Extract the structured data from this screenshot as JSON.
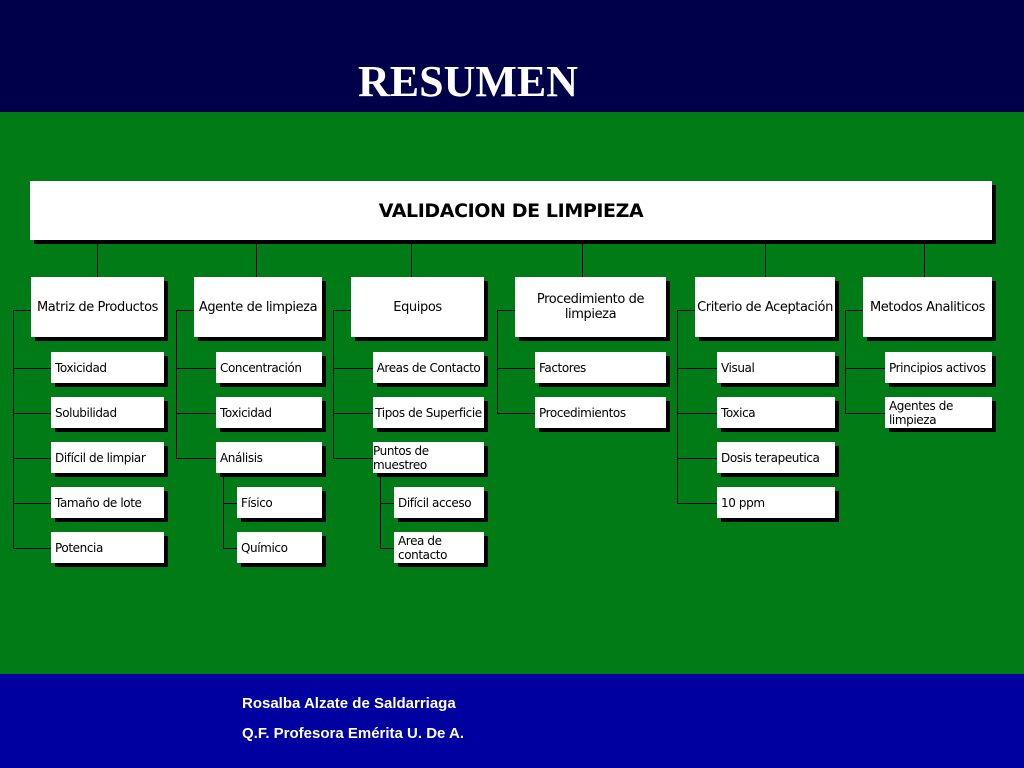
{
  "slide": {
    "title": "RESUMEN",
    "colors": {
      "header": "#00004a",
      "main": "#007b16",
      "footer": "#0000a0"
    },
    "footer": {
      "line1": "Rosalba Alzate de Saldarriaga",
      "line2": "Q.F. Profesora Emérita U. De A."
    }
  },
  "diagram": {
    "root": "VALIDACION DE LIMPIEZA",
    "categories": [
      {
        "label": "Matriz de Productos",
        "items": [
          "Toxicidad",
          "Solubilidad",
          "Difícil de limpiar",
          "Tamaño de lote",
          "Potencia"
        ]
      },
      {
        "label": "Agente de limpieza",
        "items": [
          "Concentración",
          "Toxicidad",
          "Análisis"
        ],
        "subitems": [
          "Físico",
          "Químico"
        ]
      },
      {
        "label": "Equipos",
        "items": [
          "Areas de Contacto",
          "Tipos de Superficie",
          "Puntos de muestreo"
        ],
        "subitems": [
          "Difícil acceso",
          "Area de contacto"
        ]
      },
      {
        "label": "Procedimiento de limpieza",
        "items": [
          "Factores",
          "Procedimientos"
        ]
      },
      {
        "label": "Criterio de Aceptación",
        "items": [
          "Visual",
          "Toxica",
          "Dosis terapeutica",
          "10 ppm"
        ]
      },
      {
        "label": "Metodos Analiticos",
        "items": [
          "Principios activos",
          "Agentes de limpieza"
        ]
      }
    ]
  }
}
